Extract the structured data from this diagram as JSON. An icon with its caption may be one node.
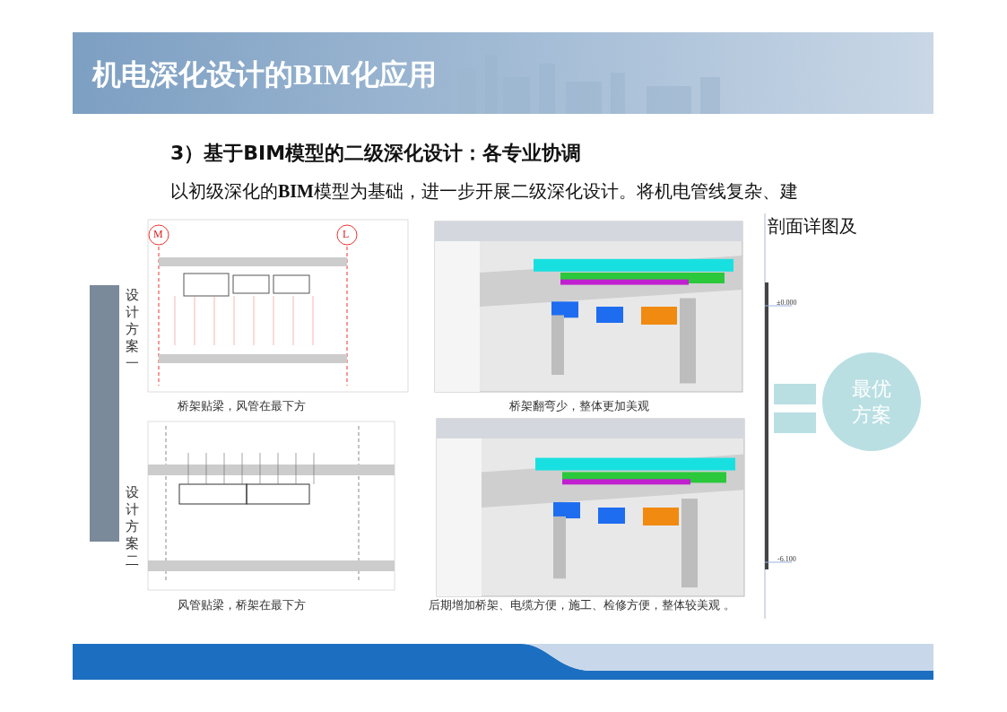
{
  "diagram": {
    "title": "机电深化设计的BIM化应用",
    "nodes": [
      {
        "text": [
          "最优方案"
        ]
      }
    ],
    "labels": [
      "3）基于BIM模型的二级深化设计：各专业协调",
      "以初级深化的**BIM**模型为基础，进一步开展二级深化设计。将机电管线复杂、建",
      "剖面详图及",
      "设计方案一",
      "设计方案二",
      "桥架贴梁，风管在最下方",
      "桥架翻弯少，整体更加美观",
      "风管贴梁，桥架在最下方",
      "后期增加桥架、电缆方便，施工、检修方便，整体较美观 。",
      "M",
      "L",
      "±0.000",
      "-6.100"
    ]
  }
}
